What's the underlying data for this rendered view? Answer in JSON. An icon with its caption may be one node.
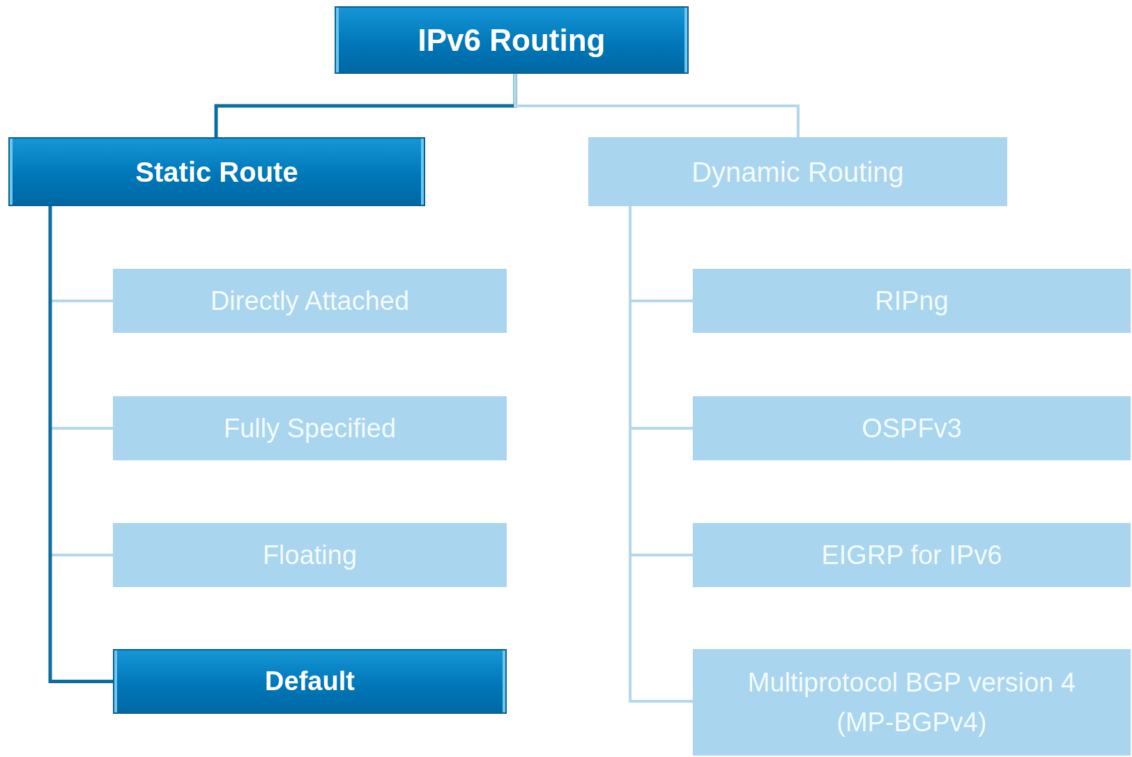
{
  "diagram": {
    "nodes": [
      {
        "text": [
          "IPv6 Routing"
        ]
      },
      {
        "text": [
          "Static Route"
        ]
      },
      {
        "text": [
          "Dynamic Routing"
        ]
      },
      {
        "text": [
          "Directly Attached"
        ]
      },
      {
        "text": [
          "Fully Specified"
        ]
      },
      {
        "text": [
          "Floating"
        ]
      },
      {
        "text": [
          "Default"
        ]
      },
      {
        "text": [
          "RIPng"
        ]
      },
      {
        "text": [
          "OSPFv3"
        ]
      },
      {
        "text": [
          "EIGRP for IPv6"
        ]
      },
      {
        "text": [
          "Multiprotocol BGP version 4 (MP-BGPv4)"
        ]
      }
    ],
    "edges": [
      {
        "from": 0,
        "to": 1,
        "arrow": "none",
        "color": "#0b6f9e"
      },
      {
        "from": 0,
        "to": 2,
        "arrow": "none"
      },
      {
        "from": 1,
        "to": 3,
        "arrow": "none"
      },
      {
        "from": 1,
        "to": 4,
        "arrow": "none"
      },
      {
        "from": 1,
        "to": 5,
        "arrow": "none"
      },
      {
        "from": 1,
        "to": 6,
        "arrow": "none",
        "color": "#0b6f9e"
      },
      {
        "from": 2,
        "to": 7,
        "arrow": "none"
      },
      {
        "from": 2,
        "to": 8,
        "arrow": "none"
      },
      {
        "from": 2,
        "to": 9,
        "arrow": "none"
      },
      {
        "from": 2,
        "to": 10,
        "arrow": "none"
      }
    ]
  }
}
